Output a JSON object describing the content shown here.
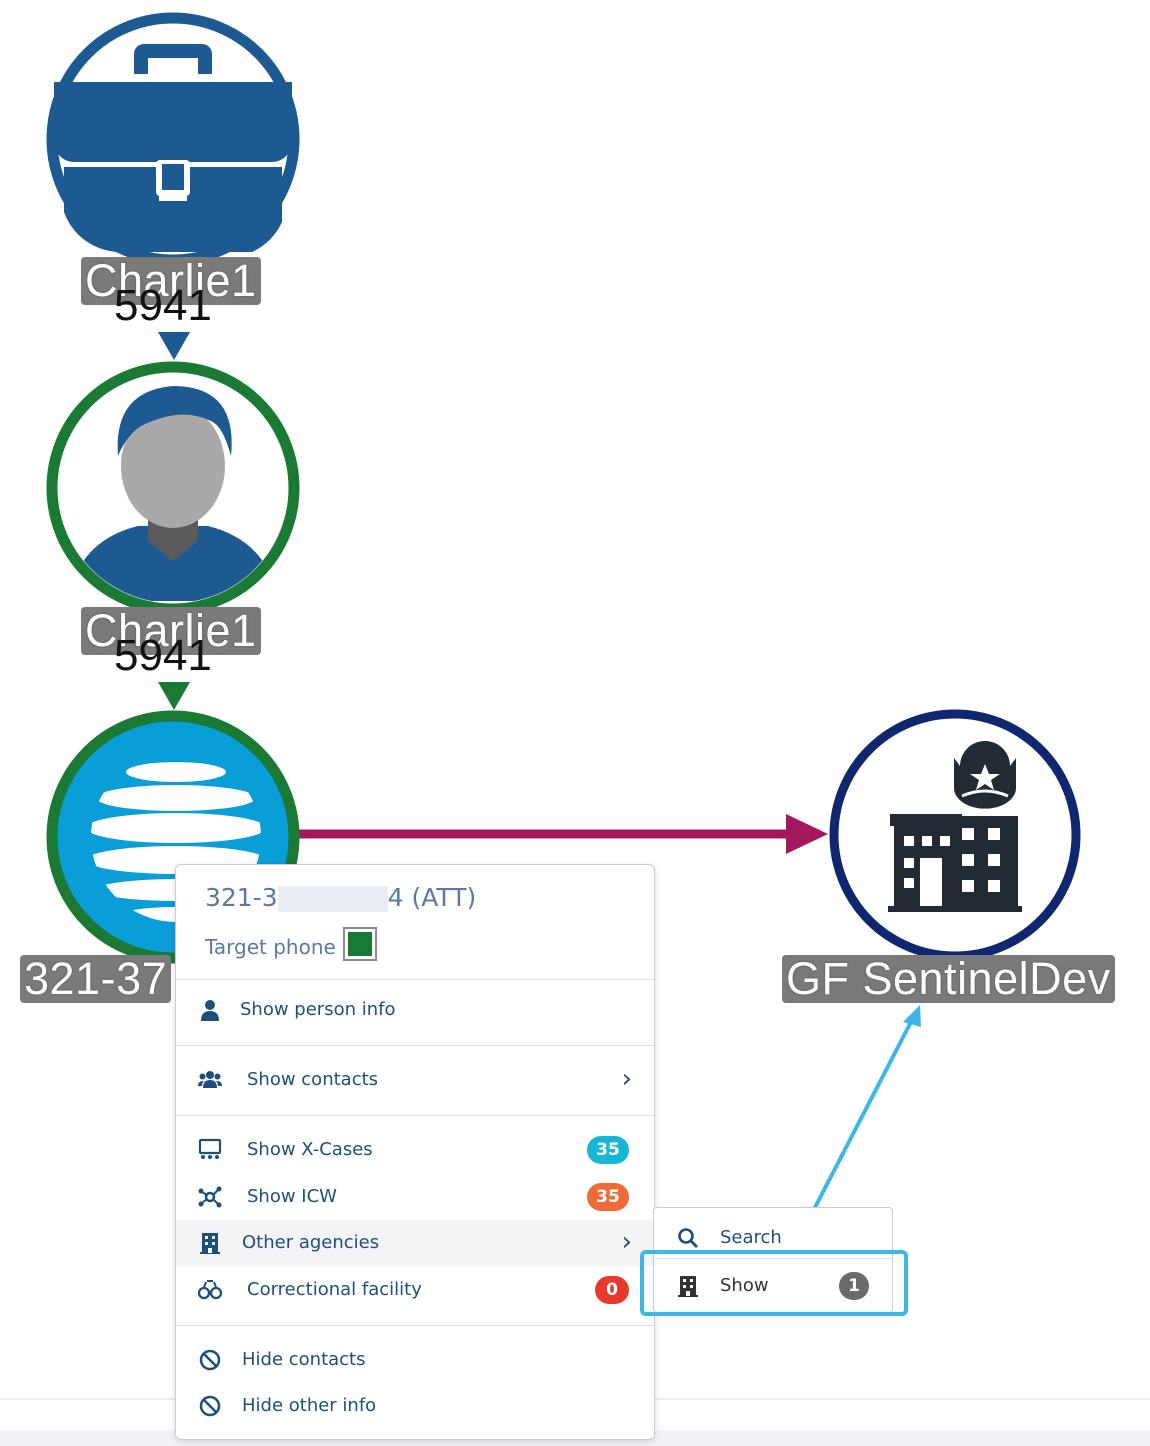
{
  "colors": {
    "case_blue": "#1d5a92",
    "person_green": "#1a7a34",
    "att_blue": "#0a9ed9",
    "agency_navy": "#10266e",
    "edge_magenta": "#a1195c",
    "menu_text": "#1d4f7c",
    "highlight": "#3cb7e8"
  },
  "graph": {
    "nodes": [
      {
        "id": "case",
        "icon": "briefcase-icon",
        "label": "Charlie1",
        "sublabel": "5941"
      },
      {
        "id": "person",
        "icon": "person-avatar-icon",
        "label": "Charlie1",
        "sublabel": "5941"
      },
      {
        "id": "phone",
        "icon": "att-globe-icon",
        "label": "321-37"
      },
      {
        "id": "agency",
        "icon": "police-building-icon",
        "label": "GF SentinelDev"
      }
    ]
  },
  "context_menu": {
    "title_prefix": "321-3",
    "title_suffix": "4 (ATT)",
    "subtitle": "Target phone",
    "items": [
      {
        "label": "Show person info",
        "icon": "person-icon"
      },
      {
        "label": "Show contacts",
        "icon": "users-icon"
      },
      {
        "label": "Show X-Cases",
        "icon": "x-cases-icon",
        "badge": "35",
        "badge_color": "#17b6d4"
      },
      {
        "label": "Show ICW",
        "icon": "network-icon",
        "badge": "35",
        "badge_color": "#ef6b3a"
      },
      {
        "label": "Other agencies",
        "icon": "building-icon"
      },
      {
        "label": "Correctional facility",
        "icon": "handcuffs-icon",
        "badge": "0",
        "badge_color": "#e8382e"
      },
      {
        "label": "Hide contacts",
        "icon": "ban-icon"
      },
      {
        "label": "Hide other info",
        "icon": "ban-icon"
      }
    ]
  },
  "submenu": {
    "items": [
      {
        "label": "Search",
        "icon": "search-icon"
      },
      {
        "label": "Show",
        "icon": "building-icon",
        "badge": "1"
      }
    ]
  }
}
